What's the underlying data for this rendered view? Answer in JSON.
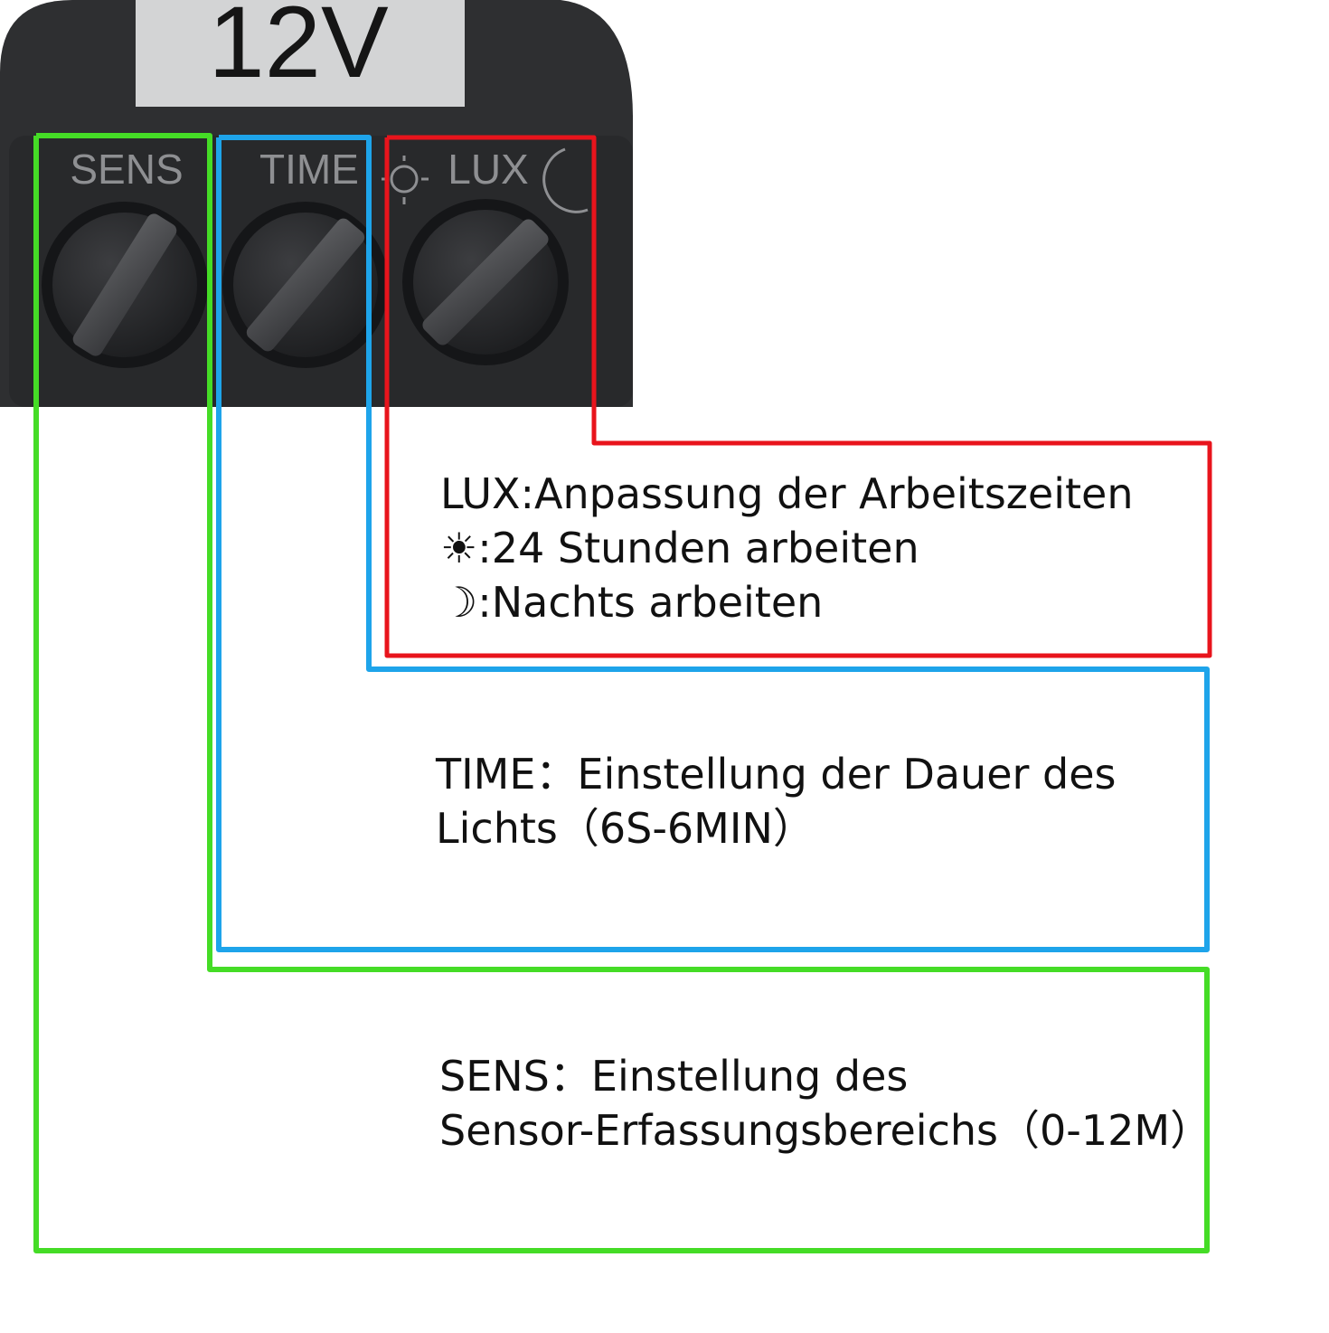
{
  "device": {
    "voltage_label": "12V",
    "knob_labels": [
      "SENS",
      "TIME",
      "LUX"
    ]
  },
  "annotations": {
    "lux": {
      "line1": "LUX:Anpassung der Arbeitszeiten",
      "sun_symbol": "☀",
      "line2": ":24 Stunden arbeiten",
      "moon_symbol": "☽",
      "line3": ":Nachts arbeiten"
    },
    "time": {
      "line1": "TIME：Einstellung der Dauer des",
      "line2": "Lichts（6S-6MIN）"
    },
    "sens": {
      "line1": "SENS：Einstellung des",
      "line2": "Sensor-Erfassungsbereichs（0-12M）"
    }
  },
  "colors": {
    "lux_frame": "#e8141c",
    "time_frame": "#1ea4ea",
    "sens_frame": "#45dc26",
    "housing": "#2e2f31",
    "label_plate": "#d3d4d5",
    "text": "#111111"
  }
}
